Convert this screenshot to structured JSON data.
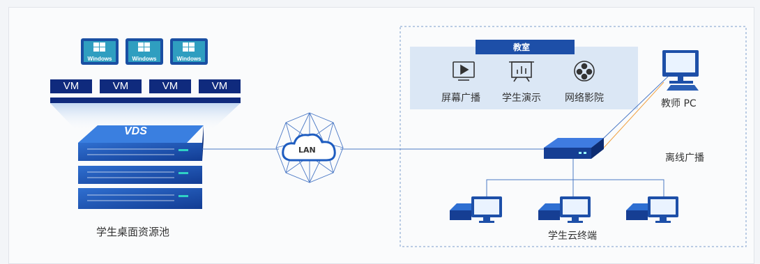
{
  "vm_label": "VM",
  "windows_label": "Windows",
  "server_brand": "VDS",
  "pool_label": "学生桌面资源池",
  "lan_label": "LAN",
  "classroom": {
    "title": "教室",
    "features": [
      {
        "label": "屏幕广播",
        "icon": "screen-broadcast-icon"
      },
      {
        "label": "学生演示",
        "icon": "student-demo-icon"
      },
      {
        "label": "网络影院",
        "icon": "network-cinema-icon"
      }
    ]
  },
  "teacher_pc_label": "教师 PC",
  "offline_broadcast_label": "离线广播",
  "student_terminals_label": "学生云终端",
  "colors": {
    "navy": "#0f2a7d",
    "blue": "#1d4fa8",
    "light_blue": "#dbe7f5",
    "line": "#4a78c5",
    "orange": "#f0a040"
  }
}
